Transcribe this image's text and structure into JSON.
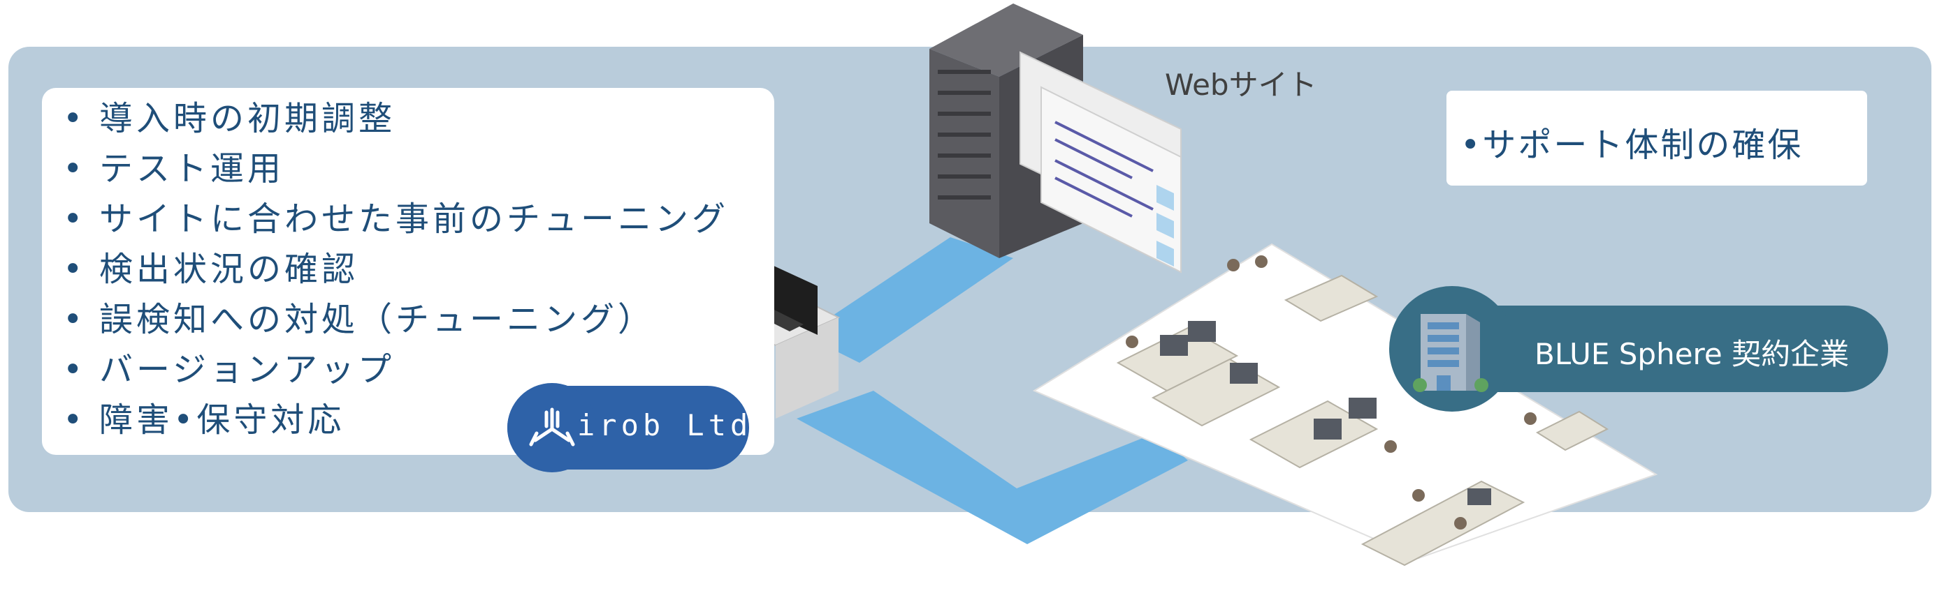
{
  "colors": {
    "panel": "#b9ccdb",
    "list_text": "#1f4e79",
    "network_path": "#6cb3e3",
    "irob_badge": "#2e62a8",
    "blue_sphere_badge": "#386e86"
  },
  "left_list": {
    "bullet": "•",
    "items": [
      "導入時の初期調整",
      "テスト運用",
      "サイトに合わせた事前のチューニング",
      "検出状況の確認",
      "誤検知への対処（チューニング）",
      "バージョンアップ",
      "障害•保守対応"
    ]
  },
  "support_box": {
    "text": "•サポート体制の確保"
  },
  "web_label": "Webサイト",
  "irob_badge": {
    "text": "irob Ltd."
  },
  "blue_sphere_badge": {
    "text": "BLUE Sphere 契約企業"
  },
  "icons": [
    "server-rack-icon",
    "browser-window-icon",
    "operator-workstation-icon",
    "office-floor-icon",
    "building-icon",
    "irob-logo-icon"
  ]
}
